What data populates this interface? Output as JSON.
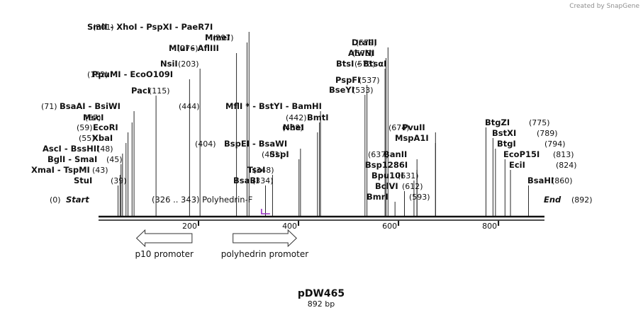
{
  "credit": "Created by SnapGene",
  "map": {
    "name": "pDW465",
    "length_label": "892 bp",
    "length": 892,
    "ticks": [
      200,
      400,
      600,
      800
    ],
    "start": {
      "label": "Start",
      "pos": "(0)"
    },
    "end": {
      "label": "End",
      "pos": "(892)"
    },
    "enzymes": [
      {
        "pos": "(301)",
        "bp": 301,
        "names": "SmlI  - XhoI  - PspXI  - PaeR7I"
      },
      {
        "pos": "(297)",
        "bp": 297,
        "names": "MmeI"
      },
      {
        "pos": "(276)",
        "bp": 276,
        "names": "MluI  - AflIII"
      },
      {
        "pos": "(203)",
        "bp": 203,
        "names": "NsiI"
      },
      {
        "pos": "(182)",
        "bp": 182,
        "names": "PpuMI  - EcoO109I"
      },
      {
        "pos": "(115)",
        "bp": 115,
        "names": "PacI"
      },
      {
        "pos": "(71)",
        "bp": 71,
        "names": "BsaAI  - BsiWI"
      },
      {
        "pos": "(67)",
        "bp": 67,
        "names": "MscI"
      },
      {
        "pos": "(59)",
        "bp": 59,
        "names": "EcoRI"
      },
      {
        "pos": "(55)",
        "bp": 55,
        "names": "XbaI"
      },
      {
        "pos": "(48)",
        "bp": 48,
        "names": "AscI  - BssHII"
      },
      {
        "pos": "(45)",
        "bp": 45,
        "names": "BglI  - SmaI"
      },
      {
        "pos": "(43)",
        "bp": 43,
        "names": "XmaI  - TspMI"
      },
      {
        "pos": "(39)",
        "bp": 39,
        "names": "StuI"
      },
      {
        "pos": "(444)",
        "bp": 444,
        "names": "MflI *  - BstYI  - BamHI"
      },
      {
        "pos": "(442)",
        "bp": 442,
        "names": "BmtI"
      },
      {
        "pos": "(438)",
        "bp": 438,
        "names": "NheI"
      },
      {
        "pos": "(404)",
        "bp": 404,
        "names": "BspEI  - BsaWI"
      },
      {
        "pos": "(401)",
        "bp": 401,
        "names": "SspI"
      },
      {
        "pos": "(348)",
        "bp": 348,
        "names": "TsoI"
      },
      {
        "pos": "(334)",
        "bp": 334,
        "names": "BsaBI"
      },
      {
        "pos": "(579)",
        "bp": 579,
        "names": "DraIII"
      },
      {
        "pos": "(575)",
        "bp": 575,
        "names": "AlwNI"
      },
      {
        "pos": "(573)",
        "bp": 573,
        "names": "BtsI  - BtsαI"
      },
      {
        "pos": "(537)",
        "bp": 537,
        "names": "PspFI"
      },
      {
        "pos": "(533)",
        "bp": 533,
        "names": "BseYI"
      },
      {
        "pos": "(674)",
        "bp": 674,
        "names": "PvuII"
      },
      {
        "pos": "",
        "bp": 674,
        "names": "MspA1I"
      },
      {
        "pos": "(637)",
        "bp": 637,
        "names": "BanII"
      },
      {
        "pos": "",
        "bp": 637,
        "names": "Bsp1286I"
      },
      {
        "pos": "(631)",
        "bp": 631,
        "names": "Bpu10I"
      },
      {
        "pos": "(612)",
        "bp": 612,
        "names": "BclVI"
      },
      {
        "pos": "(593)",
        "bp": 593,
        "names": "BmrI"
      },
      {
        "pos": "(775)",
        "bp": 775,
        "names": "BtgZI"
      },
      {
        "pos": "(789)",
        "bp": 789,
        "names": "BstXI"
      },
      {
        "pos": "(794)",
        "bp": 794,
        "names": "BtgI"
      },
      {
        "pos": "(813)",
        "bp": 813,
        "names": "EcoP15I"
      },
      {
        "pos": "(824)",
        "bp": 824,
        "names": "EciI"
      },
      {
        "pos": "(860)",
        "bp": 860,
        "names": "BsaHI"
      }
    ],
    "primer": {
      "label": "(326 .. 343)  Polyhedrin-F",
      "start": 326,
      "end": 343,
      "color": "#9b30c8"
    },
    "features": [
      {
        "label": "p10 promoter",
        "start": 76,
        "end": 187,
        "direction": "reverse"
      },
      {
        "label": "polyhedrin promoter",
        "start": 269,
        "end": 396,
        "direction": "forward"
      }
    ]
  }
}
